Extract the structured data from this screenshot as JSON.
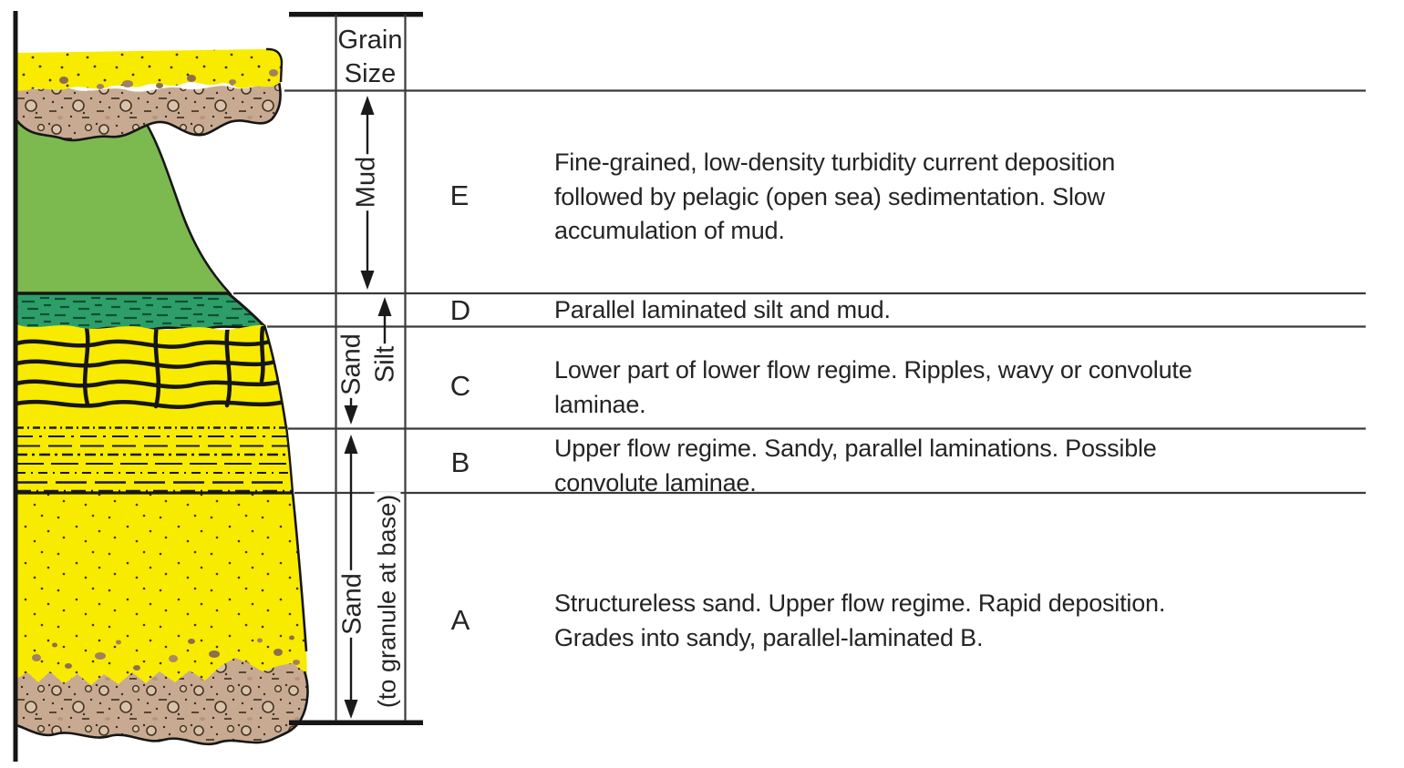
{
  "header": {
    "grain_size_label": "Grain\nSize"
  },
  "grain_axis": {
    "mud_label": "Mud",
    "silt_label": "Silt",
    "sand_upper_label": "Sand",
    "sand_lower_label": "Sand",
    "sand_lower_note": "(to granule at base)"
  },
  "divisions": [
    {
      "letter": "E",
      "description": "Fine-grained, low-density turbidity current deposition\nfollowed by pelagic (open sea) sedimentation. Slow\naccumulation of mud."
    },
    {
      "letter": "D",
      "description": "Parallel laminated silt and mud."
    },
    {
      "letter": "C",
      "description": "Lower part of lower flow regime. Ripples, wavy or convolute\nlaminae."
    },
    {
      "letter": "B",
      "description": "Upper flow regime. Sandy, parallel laminations. Possible\nconvolute laminae."
    },
    {
      "letter": "A",
      "description": "Structureless sand. Upper flow regime. Rapid deposition.\nGrades into sandy, parallel-laminated B."
    }
  ],
  "lithology_units": [
    {
      "name": "overlying-sand-cap",
      "texture": "speckled sand"
    },
    {
      "name": "overlying-conglomerate-scour",
      "texture": "pebbly conglomerate"
    },
    {
      "name": "division-e-mud",
      "texture": "plain mud"
    },
    {
      "name": "division-d-laminated-silt-mud",
      "texture": "parallel laminae"
    },
    {
      "name": "division-c-convolute-ripples",
      "texture": "wavy convolute laminae"
    },
    {
      "name": "division-b-parallel-laminations",
      "texture": "thin parallel laminae"
    },
    {
      "name": "division-a-structureless-sand",
      "texture": "dotted sand"
    },
    {
      "name": "basal-conglomerate",
      "texture": "pebbly conglomerate"
    }
  ],
  "colors": {
    "sand_yellow": "#F8EB00",
    "conglomerate_tan": "#C8AA92",
    "mud_green": "#7CBA50",
    "silt_teal": "#2E9E68",
    "outline_black": "#161616",
    "grid_gray": "#3a3a3a",
    "text_dark": "#242424",
    "pebble_brown": "#A2825E",
    "pebble_dark": "#8D6F4E"
  }
}
